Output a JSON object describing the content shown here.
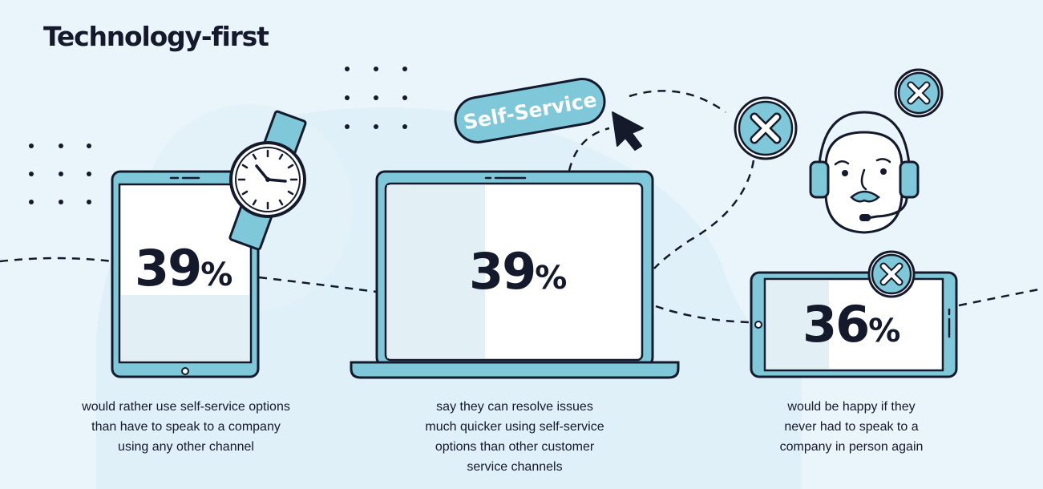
{
  "title": "Technology-first",
  "colors": {
    "background": "#eaf5fb",
    "accent": "#7ec8d9",
    "outline": "#141a2b"
  },
  "stats": [
    {
      "value": "39",
      "unit": "%",
      "caption": [
        "would rather use self-service options",
        "than have to speak to a company",
        "using any other channel"
      ]
    },
    {
      "value": "39",
      "unit": "%",
      "caption": [
        "say they can resolve issues",
        "much quicker using self-service",
        "options than other customer",
        "service channels"
      ]
    },
    {
      "value": "36",
      "unit": "%",
      "caption": [
        "would be happy if they",
        "never had to speak to a",
        "company in person again"
      ]
    }
  ],
  "badge": "Self-Service",
  "icons": [
    "tablet-icon",
    "watch-icon",
    "laptop-icon",
    "cursor-icon",
    "close-icon",
    "agent-headset-icon",
    "phone-icon"
  ]
}
